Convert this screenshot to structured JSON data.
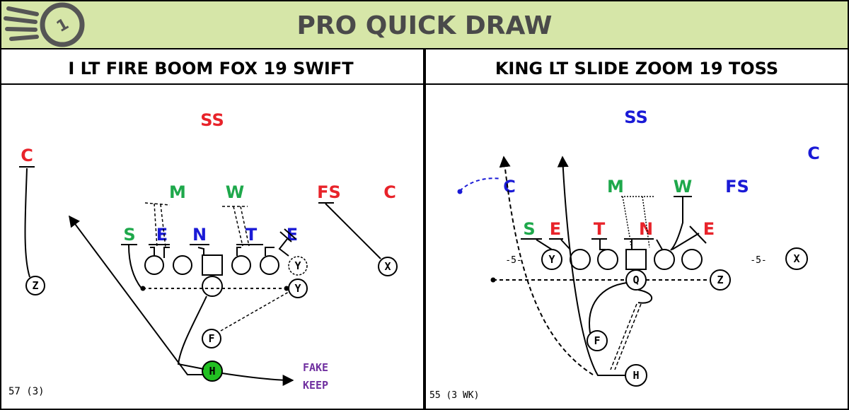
{
  "header": {
    "title": "PRO QUICK DRAW",
    "logo_glyph": "1",
    "background": "#d6e6a8",
    "title_color": "#4a4a4a"
  },
  "colors": {
    "red": "#e8232a",
    "blue": "#1a1ad6",
    "green": "#1ea84b",
    "purple": "#7030a0",
    "ball_carrier": "#22c022",
    "motion_blue": "#1a1ad6"
  },
  "left_play": {
    "title": "I LT FIRE BOOM FOX 19 SWIFT",
    "footer": "57 (3)",
    "annotation": {
      "line1": "FAKE",
      "line2": "KEEP"
    },
    "defense": {
      "ss": "SS",
      "c_left": "C",
      "c_right": "C",
      "m": "M",
      "w": "W",
      "fs": "FS",
      "s": "S",
      "e_left": "E",
      "n": "N",
      "t": "T",
      "e_right": "E"
    },
    "offense": {
      "y_dashed": "Y",
      "y": "Y",
      "x": "X",
      "z": "Z",
      "f": "F",
      "h": "H"
    }
  },
  "right_play": {
    "title": "KING LT SLIDE ZOOM 19 TOSS",
    "footer": "55 (3 WK)",
    "defense": {
      "ss": "SS",
      "c_right": "C",
      "c_left": "C",
      "m": "M",
      "w": "W",
      "fs": "FS",
      "s": "S",
      "e_left": "E",
      "t": "T",
      "n": "N",
      "e_right": "E"
    },
    "offense": {
      "y": "Y",
      "x": "X",
      "z": "Z",
      "q": "Q",
      "f": "F",
      "h": "H",
      "split_left": "-5-",
      "split_right": "-5-"
    }
  }
}
